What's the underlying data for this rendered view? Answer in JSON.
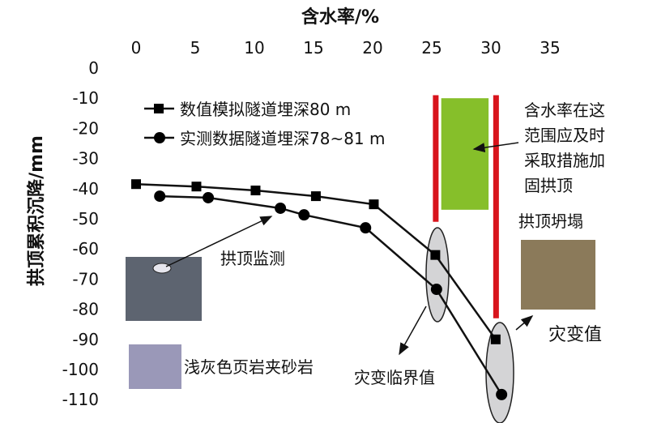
{
  "chart_data": {
    "type": "line",
    "xlabel": "含水率/%",
    "ylabel": "拱顶累积沉降/mm",
    "xlim": [
      0,
      35
    ],
    "ylim": [
      -110,
      0
    ],
    "xticks": [
      0,
      5,
      10,
      15,
      20,
      25,
      30,
      35
    ],
    "yticks": [
      0,
      -10,
      -20,
      -30,
      -40,
      -50,
      -60,
      -70,
      -80,
      -90,
      -100,
      -110
    ],
    "legend_position": "top-left",
    "series": [
      {
        "name": "数值模拟隧道埋深80 m",
        "marker": "square",
        "x": [
          0,
          5.1,
          10.1,
          15.2,
          20.1,
          25.3,
          30.4
        ],
        "y": [
          -38.5,
          -39.3,
          -40.6,
          -42.5,
          -45.2,
          -62,
          -90
        ]
      },
      {
        "name": "实测数据隧道埋深78~81 m",
        "marker": "circle",
        "x": [
          2,
          6.1,
          12.2,
          14.2,
          19.4,
          25.4,
          30.9
        ],
        "y": [
          -42.5,
          -43,
          -46.5,
          -48.7,
          -53,
          -73.4,
          -108.3
        ]
      }
    ],
    "annotations": {
      "zone_text": [
        "含水率在这",
        "范围应及时",
        "采取措施加",
        "固拱顶"
      ],
      "collapse": "拱顶坍塌",
      "monitor": "拱顶监测",
      "rock": "浅灰色页岩夹砂岩",
      "critical": "灾变临界值",
      "disaster": "灾变值"
    },
    "colors": {
      "red": "#d8141c",
      "green": "#86bf2a",
      "ellipse": "#d4d4d6"
    }
  }
}
